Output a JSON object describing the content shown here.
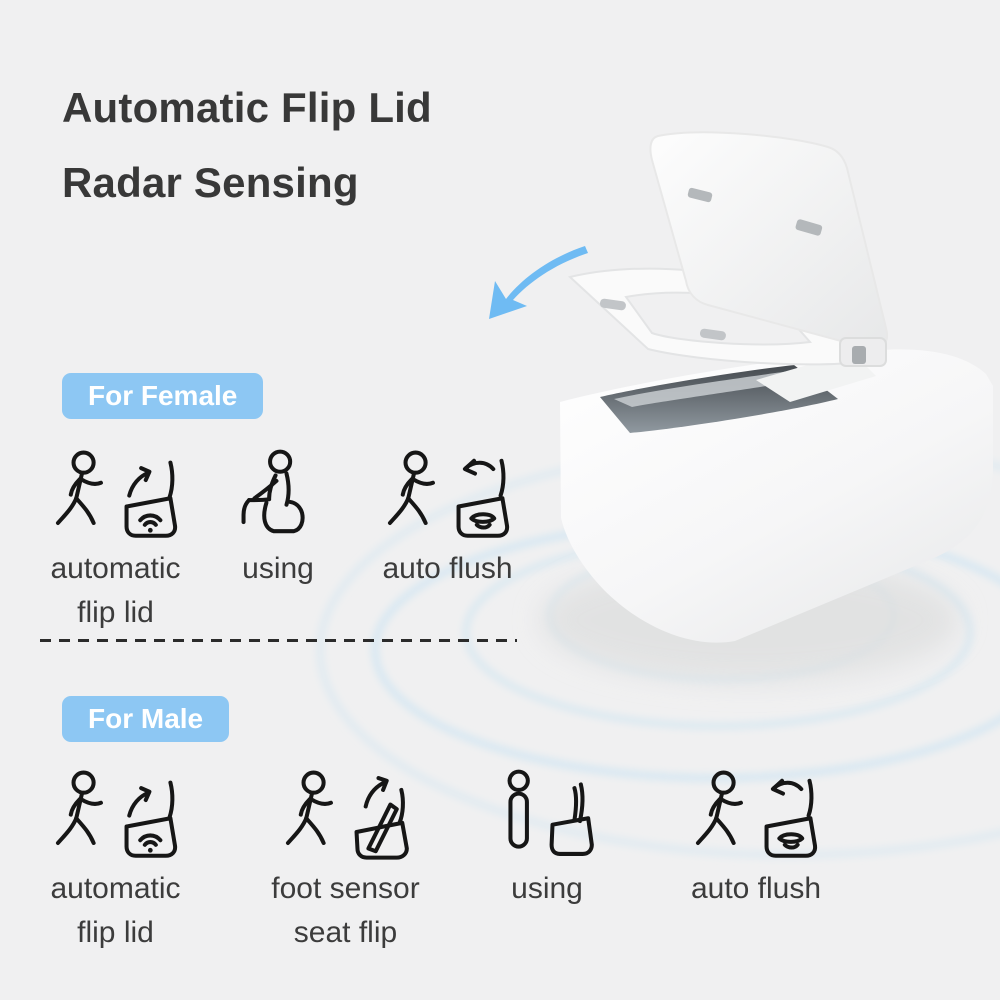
{
  "title": {
    "line1": "Automatic Flip Lid",
    "line2": "Radar Sensing"
  },
  "sections": {
    "female": {
      "badge": "For Female",
      "items": [
        {
          "icon": "walk-flip-lid-icon",
          "label1": "automatic",
          "label2": "flip lid"
        },
        {
          "icon": "sitting-person-icon",
          "label1": "using",
          "label2": ""
        },
        {
          "icon": "walk-auto-flush-icon",
          "label1": "auto flush",
          "label2": ""
        }
      ]
    },
    "male": {
      "badge": "For Male",
      "items": [
        {
          "icon": "walk-flip-lid-icon",
          "label1": "automatic",
          "label2": "flip lid"
        },
        {
          "icon": "foot-sensor-flip-icon",
          "label1": "foot sensor",
          "label2": "seat flip"
        },
        {
          "icon": "standing-person-icon",
          "label1": "using",
          "label2": ""
        },
        {
          "icon": "walk-auto-flush-icon",
          "label1": "auto flush",
          "label2": ""
        }
      ]
    }
  },
  "product": {
    "render": "smart-toilet-with-open-flip-lid",
    "annotations": [
      "radar-sensing-rings",
      "lid-direction-arrow"
    ]
  },
  "colors": {
    "background": "#f0f0f1",
    "badge_blue": "#8dc7f3",
    "badge_text": "#ffffff",
    "arrow_blue": "#6fbbf3",
    "radar_ring_blue": "#bfe0f2",
    "title_text": "#383838",
    "label_text": "#3c3c3c",
    "icon_stroke": "#161616",
    "divider_dark": "#2b2b2b"
  }
}
